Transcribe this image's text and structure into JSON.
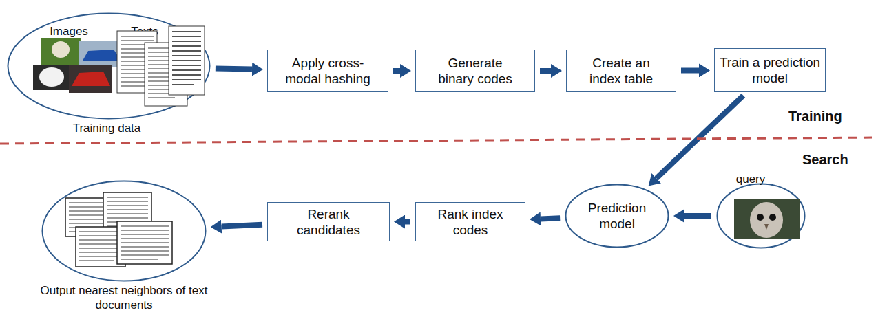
{
  "diagram": {
    "nodes": [
      {
        "text": [
          "Images",
          "Texts",
          "Training data"
        ]
      },
      {
        "text": [
          "Apply cross-modal hashing"
        ]
      },
      {
        "text": [
          "Generate binary codes"
        ]
      },
      {
        "text": [
          "Create an index table"
        ]
      },
      {
        "text": [
          "Train a prediction model"
        ]
      },
      {
        "text": [
          "Prediction model"
        ]
      },
      {
        "text": [
          "query"
        ]
      },
      {
        "text": [
          "Rank index codes"
        ]
      },
      {
        "text": [
          "Rerank candidates"
        ]
      },
      {
        "text": [
          "Output nearest neighbors of text documents"
        ]
      }
    ],
    "edges": [
      {
        "from": 0,
        "to": 1,
        "arrow": "to"
      },
      {
        "from": 1,
        "to": 2,
        "arrow": "to"
      },
      {
        "from": 2,
        "to": 3,
        "arrow": "to"
      },
      {
        "from": 3,
        "to": 4,
        "arrow": "to"
      },
      {
        "from": 4,
        "to": 5,
        "arrow": "to"
      },
      {
        "from": 6,
        "to": 5,
        "arrow": "to"
      },
      {
        "from": 5,
        "to": 7,
        "arrow": "to"
      },
      {
        "from": 7,
        "to": 8,
        "arrow": "to"
      },
      {
        "from": 8,
        "to": 9,
        "arrow": "to"
      }
    ],
    "labels": [
      "Training",
      "Search"
    ]
  }
}
